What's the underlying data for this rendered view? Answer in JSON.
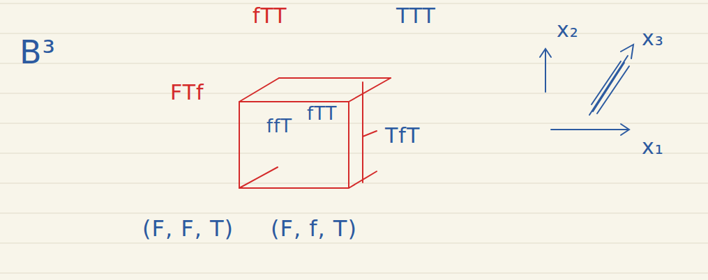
{
  "diagram": {
    "labels": [
      "B³",
      "fTT",
      "TTT",
      "FTf",
      "fTT",
      "ffT",
      "TfT",
      "(F, F, T)",
      "(F, f, T)",
      "x₂",
      "x₃",
      "x₁"
    ]
  }
}
